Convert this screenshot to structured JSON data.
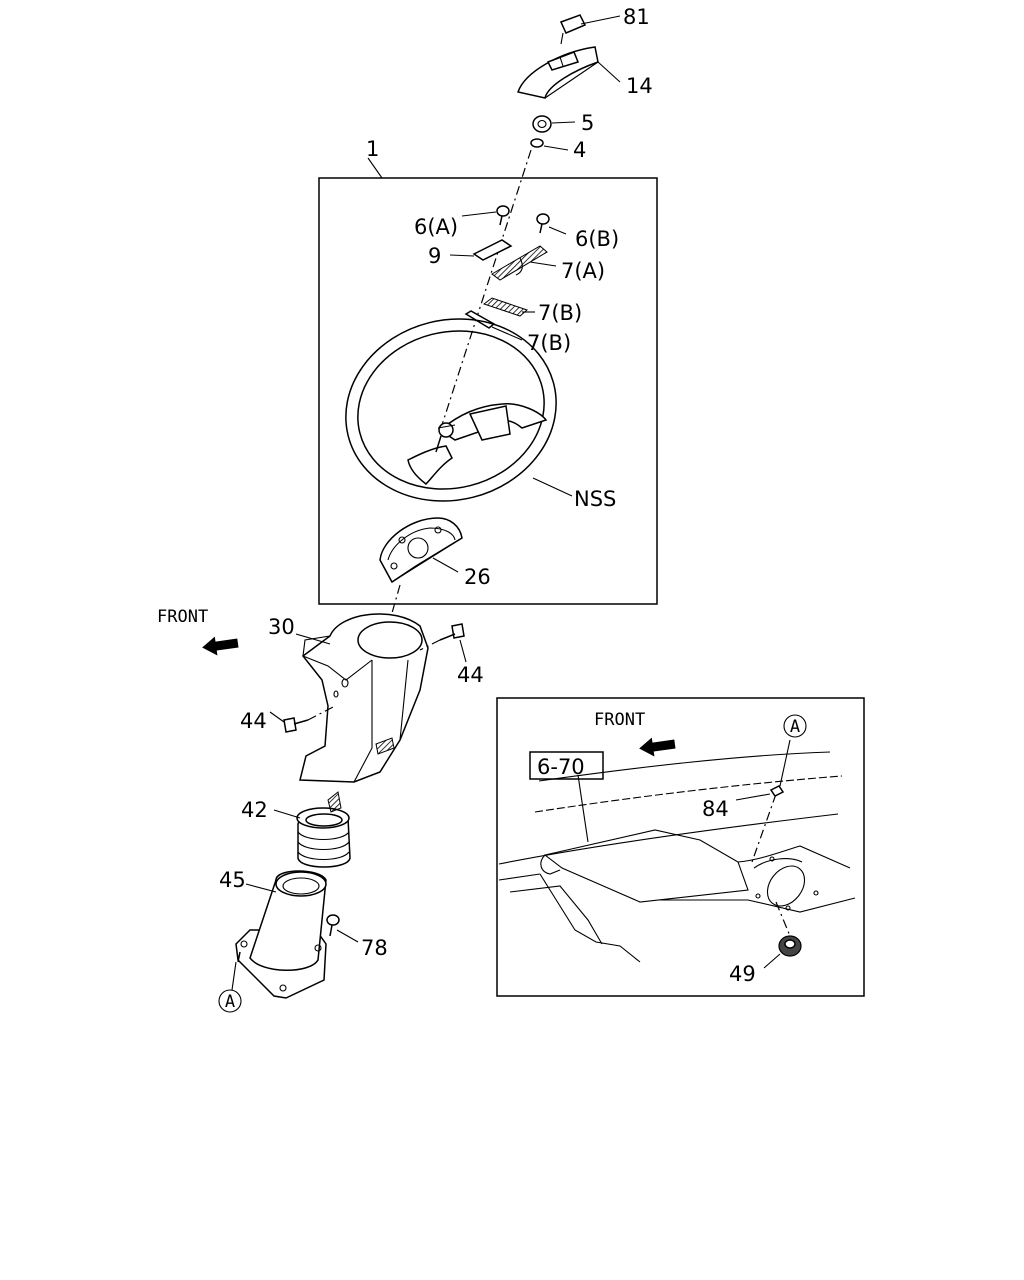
{
  "labels": {
    "p81": "81",
    "p14": "14",
    "p5": "5",
    "p4": "4",
    "p1": "1",
    "p6a": "6(A)",
    "p6b": "6(B)",
    "p9": "9",
    "p7a": "7(A)",
    "p7b1": "7(B)",
    "p7b2": "7(B)",
    "nss": "NSS",
    "p26": "26",
    "p30": "30",
    "p44a": "44",
    "p44b": "44",
    "p42": "42",
    "p45": "45",
    "p78": "78",
    "p84": "84",
    "p49": "49",
    "p670": "6-70"
  },
  "front_text": "FRONT",
  "front_text_inset": "FRONT",
  "ref_a": "A",
  "ref_a_inset": "A",
  "icons": {
    "front_arrow": "front-arrow-icon",
    "reference_circle": "ref-a-circle-icon"
  }
}
